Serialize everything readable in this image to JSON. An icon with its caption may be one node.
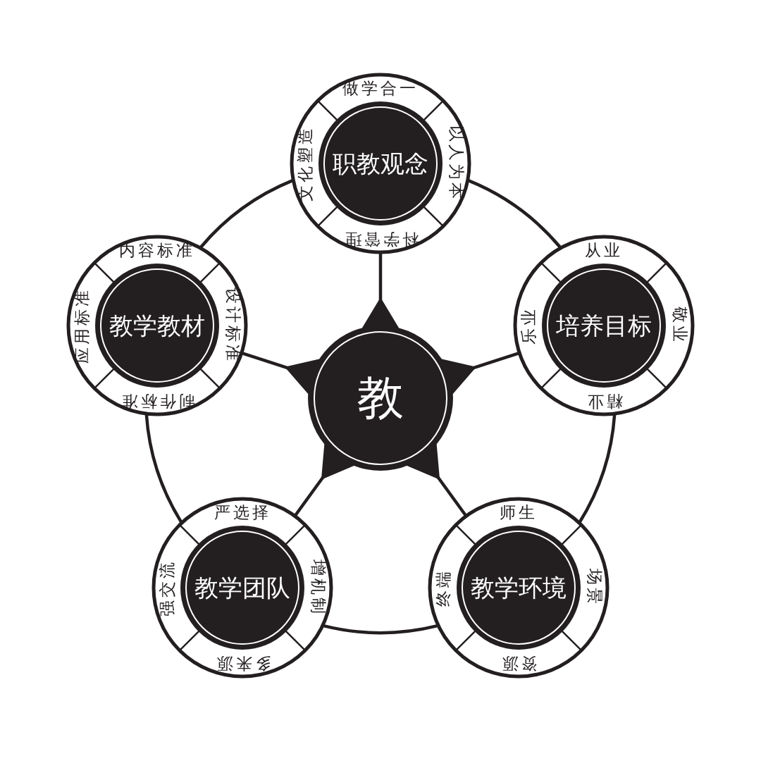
{
  "diagram": {
    "nodes": [
      {
        "text": [
          "教"
        ]
      },
      {
        "text": [
          "做学合一",
          "文化塑造",
          "职教观念",
          "以人为本",
          "科学管理"
        ]
      },
      {
        "text": [
          "从业",
          "乐业",
          "培养目标",
          "敬业",
          "精业"
        ]
      },
      {
        "text": [
          "师生",
          "终端",
          "教学环境",
          "场景",
          "资源"
        ]
      },
      {
        "text": [
          "严选择",
          "强交流",
          "教学团队",
          "增机制",
          "多来源"
        ]
      },
      {
        "text": [
          "内容标准",
          "应用标准",
          "教学教材",
          "设计标准",
          "制作标准"
        ]
      }
    ],
    "edges": [
      {
        "from": 0,
        "to": 1,
        "arrow": "none"
      },
      {
        "from": 0,
        "to": 2,
        "arrow": "none"
      },
      {
        "from": 0,
        "to": 3,
        "arrow": "none"
      },
      {
        "from": 0,
        "to": 4,
        "arrow": "none"
      },
      {
        "from": 0,
        "to": 5,
        "arrow": "none"
      },
      {
        "from": 1,
        "to": 2,
        "arrow": "none"
      },
      {
        "from": 2,
        "to": 3,
        "arrow": "none"
      },
      {
        "from": 3,
        "to": 4,
        "arrow": "none"
      },
      {
        "from": 4,
        "to": 5,
        "arrow": "none"
      },
      {
        "from": 5,
        "to": 1,
        "arrow": "none"
      }
    ]
  }
}
